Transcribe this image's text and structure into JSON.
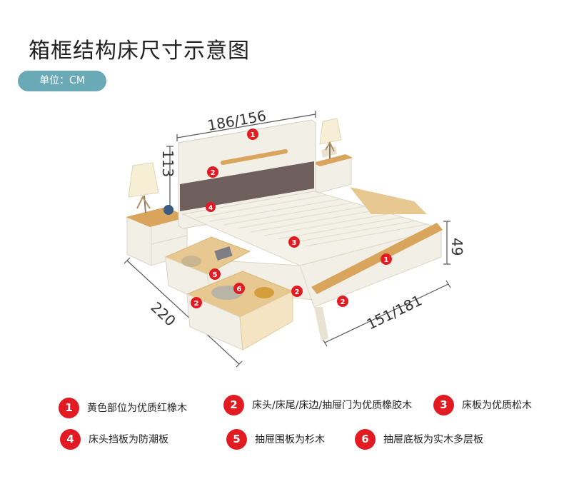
{
  "header": {
    "title": "箱框结构床尺寸示意图",
    "unit_label": "单位：CM"
  },
  "dimensions": {
    "width": "186/156",
    "height": "113",
    "length": "220",
    "footboard_height": "49",
    "inner_width": "151/181"
  },
  "markers": {
    "headboard_top": "1",
    "headboard_panel": "2",
    "headboard_baffle": "4",
    "slats": "3",
    "footboard_top": "1",
    "drawer_front_left": "2",
    "drawer_side": "2",
    "footboard_side": "2",
    "drawer_wall": "5",
    "drawer_bottom": "6"
  },
  "legend": [
    {
      "num": "1",
      "text": "黄色部位为优质红橡木"
    },
    {
      "num": "2",
      "text": "床头/床尾/床边/抽屉门为优质橡胶木"
    },
    {
      "num": "3",
      "text": "床板为优质松木"
    },
    {
      "num": "4",
      "text": "床头挡板为防潮板"
    },
    {
      "num": "5",
      "text": "抽屉围板为杉木"
    },
    {
      "num": "6",
      "text": "抽屉底板为实木多层板"
    }
  ],
  "colors": {
    "accent_red": "#e21b23",
    "unit_pill": "#6aa9b6",
    "wood_white": "#f2efe6",
    "wood_oak": "#d9a45c",
    "headboard_grey": "#6e5f5d"
  }
}
